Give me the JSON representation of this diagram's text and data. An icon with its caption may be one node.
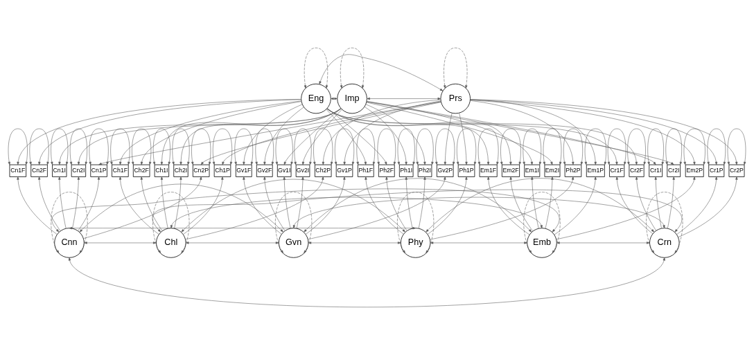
{
  "diagram": {
    "nodes": [
      {
        "text": [
          "Eng"
        ]
      },
      {
        "text": [
          "Imp"
        ]
      },
      {
        "text": [
          "Prs"
        ]
      },
      {
        "text": [
          "Cn1F"
        ]
      },
      {
        "text": [
          "Cn2F"
        ]
      },
      {
        "text": [
          "Ch1F"
        ]
      },
      {
        "text": [
          "Ch2F"
        ]
      },
      {
        "text": [
          "Gv1F"
        ]
      },
      {
        "text": [
          "Gv2F"
        ]
      },
      {
        "text": [
          "Ph1F"
        ]
      },
      {
        "text": [
          "Ph2F"
        ]
      },
      {
        "text": [
          "Em1F"
        ]
      },
      {
        "text": [
          "Em2F"
        ]
      },
      {
        "text": [
          "Cr1F"
        ]
      },
      {
        "text": [
          "Cr2F"
        ]
      },
      {
        "text": [
          "Cn1I"
        ]
      },
      {
        "text": [
          "Cn2I"
        ]
      },
      {
        "text": [
          "Ch1I"
        ]
      },
      {
        "text": [
          "Ch2I"
        ]
      },
      {
        "text": [
          "Gv1I"
        ]
      },
      {
        "text": [
          "Gv2I"
        ]
      },
      {
        "text": [
          "Ph1I"
        ]
      },
      {
        "text": [
          "Ph2I"
        ]
      },
      {
        "text": [
          "Em1I"
        ]
      },
      {
        "text": [
          "Em2I"
        ]
      },
      {
        "text": [
          "Cr1I"
        ]
      },
      {
        "text": [
          "Cr2I"
        ]
      },
      {
        "text": [
          "Cn1P"
        ]
      },
      {
        "text": [
          "Cn2P"
        ]
      },
      {
        "text": [
          "Ch1P"
        ]
      },
      {
        "text": [
          "Ch2P"
        ]
      },
      {
        "text": [
          "Gv1P"
        ]
      },
      {
        "text": [
          "Gv2P"
        ]
      },
      {
        "text": [
          "Ph1P"
        ]
      },
      {
        "text": [
          "Ph2P"
        ]
      },
      {
        "text": [
          "Em1P"
        ]
      },
      {
        "text": [
          "Em2P"
        ]
      },
      {
        "text": [
          "Cr1P"
        ]
      },
      {
        "text": [
          "Cr2P"
        ]
      },
      {
        "text": [
          "Cnn"
        ]
      },
      {
        "text": [
          "Chl"
        ]
      },
      {
        "text": [
          "Gvn"
        ]
      },
      {
        "text": [
          "Phy"
        ]
      },
      {
        "text": [
          "Emb"
        ]
      },
      {
        "text": [
          "Crn"
        ]
      }
    ],
    "edges": [
      {
        "from": 0,
        "to": 0,
        "arrow": "both",
        "style": "dashed"
      },
      {
        "from": 1,
        "to": 1,
        "arrow": "both",
        "style": "dashed"
      },
      {
        "from": 2,
        "to": 2,
        "arrow": "both",
        "style": "dashed"
      },
      {
        "from": 0,
        "to": 1,
        "arrow": "both"
      },
      {
        "from": 1,
        "to": 2,
        "arrow": "both"
      },
      {
        "from": 0,
        "to": 2,
        "arrow": "both"
      },
      {
        "from": 0,
        "to": 3,
        "arrow": "to"
      },
      {
        "from": 0,
        "to": 4,
        "arrow": "to"
      },
      {
        "from": 0,
        "to": 5,
        "arrow": "to"
      },
      {
        "from": 0,
        "to": 6,
        "arrow": "to"
      },
      {
        "from": 0,
        "to": 7,
        "arrow": "to"
      },
      {
        "from": 0,
        "to": 8,
        "arrow": "to"
      },
      {
        "from": 0,
        "to": 9,
        "arrow": "to"
      },
      {
        "from": 0,
        "to": 10,
        "arrow": "to"
      },
      {
        "from": 0,
        "to": 11,
        "arrow": "to"
      },
      {
        "from": 0,
        "to": 12,
        "arrow": "to"
      },
      {
        "from": 0,
        "to": 13,
        "arrow": "to"
      },
      {
        "from": 0,
        "to": 14,
        "arrow": "to"
      },
      {
        "from": 1,
        "to": 15,
        "arrow": "to"
      },
      {
        "from": 1,
        "to": 16,
        "arrow": "to"
      },
      {
        "from": 1,
        "to": 17,
        "arrow": "to"
      },
      {
        "from": 1,
        "to": 18,
        "arrow": "to"
      },
      {
        "from": 1,
        "to": 19,
        "arrow": "to"
      },
      {
        "from": 1,
        "to": 20,
        "arrow": "to"
      },
      {
        "from": 1,
        "to": 21,
        "arrow": "to"
      },
      {
        "from": 1,
        "to": 22,
        "arrow": "to"
      },
      {
        "from": 1,
        "to": 23,
        "arrow": "to"
      },
      {
        "from": 1,
        "to": 24,
        "arrow": "to"
      },
      {
        "from": 1,
        "to": 25,
        "arrow": "to"
      },
      {
        "from": 1,
        "to": 26,
        "arrow": "to"
      },
      {
        "from": 2,
        "to": 27,
        "arrow": "to"
      },
      {
        "from": 2,
        "to": 28,
        "arrow": "to"
      },
      {
        "from": 2,
        "to": 29,
        "arrow": "to"
      },
      {
        "from": 2,
        "to": 30,
        "arrow": "to"
      },
      {
        "from": 2,
        "to": 31,
        "arrow": "to"
      },
      {
        "from": 2,
        "to": 32,
        "arrow": "to"
      },
      {
        "from": 2,
        "to": 33,
        "arrow": "to"
      },
      {
        "from": 2,
        "to": 34,
        "arrow": "to"
      },
      {
        "from": 2,
        "to": 35,
        "arrow": "to"
      },
      {
        "from": 2,
        "to": 36,
        "arrow": "to"
      },
      {
        "from": 2,
        "to": 37,
        "arrow": "to"
      },
      {
        "from": 2,
        "to": 38,
        "arrow": "to"
      },
      {
        "from": 3,
        "to": 3,
        "arrow": "both"
      },
      {
        "from": 4,
        "to": 4,
        "arrow": "both"
      },
      {
        "from": 5,
        "to": 5,
        "arrow": "both"
      },
      {
        "from": 6,
        "to": 6,
        "arrow": "both"
      },
      {
        "from": 7,
        "to": 7,
        "arrow": "both"
      },
      {
        "from": 8,
        "to": 8,
        "arrow": "both"
      },
      {
        "from": 9,
        "to": 9,
        "arrow": "both"
      },
      {
        "from": 10,
        "to": 10,
        "arrow": "both"
      },
      {
        "from": 11,
        "to": 11,
        "arrow": "both"
      },
      {
        "from": 12,
        "to": 12,
        "arrow": "both"
      },
      {
        "from": 13,
        "to": 13,
        "arrow": "both"
      },
      {
        "from": 14,
        "to": 14,
        "arrow": "both"
      },
      {
        "from": 15,
        "to": 15,
        "arrow": "both"
      },
      {
        "from": 16,
        "to": 16,
        "arrow": "both"
      },
      {
        "from": 17,
        "to": 17,
        "arrow": "both"
      },
      {
        "from": 18,
        "to": 18,
        "arrow": "both"
      },
      {
        "from": 19,
        "to": 19,
        "arrow": "both"
      },
      {
        "from": 20,
        "to": 20,
        "arrow": "both"
      },
      {
        "from": 21,
        "to": 21,
        "arrow": "both"
      },
      {
        "from": 22,
        "to": 22,
        "arrow": "both"
      },
      {
        "from": 23,
        "to": 23,
        "arrow": "both"
      },
      {
        "from": 24,
        "to": 24,
        "arrow": "both"
      },
      {
        "from": 25,
        "to": 25,
        "arrow": "both"
      },
      {
        "from": 26,
        "to": 26,
        "arrow": "both"
      },
      {
        "from": 27,
        "to": 27,
        "arrow": "both"
      },
      {
        "from": 28,
        "to": 28,
        "arrow": "both"
      },
      {
        "from": 29,
        "to": 29,
        "arrow": "both"
      },
      {
        "from": 30,
        "to": 30,
        "arrow": "both"
      },
      {
        "from": 31,
        "to": 31,
        "arrow": "both"
      },
      {
        "from": 32,
        "to": 32,
        "arrow": "both"
      },
      {
        "from": 33,
        "to": 33,
        "arrow": "both"
      },
      {
        "from": 34,
        "to": 34,
        "arrow": "both"
      },
      {
        "from": 35,
        "to": 35,
        "arrow": "both"
      },
      {
        "from": 36,
        "to": 36,
        "arrow": "both"
      },
      {
        "from": 37,
        "to": 37,
        "arrow": "both"
      },
      {
        "from": 38,
        "to": 38,
        "arrow": "both"
      },
      {
        "from": 39,
        "to": 3,
        "arrow": "to"
      },
      {
        "from": 39,
        "to": 4,
        "arrow": "to"
      },
      {
        "from": 39,
        "to": 15,
        "arrow": "to"
      },
      {
        "from": 39,
        "to": 16,
        "arrow": "to"
      },
      {
        "from": 39,
        "to": 27,
        "arrow": "to"
      },
      {
        "from": 39,
        "to": 28,
        "arrow": "to"
      },
      {
        "from": 40,
        "to": 5,
        "arrow": "to"
      },
      {
        "from": 40,
        "to": 6,
        "arrow": "to"
      },
      {
        "from": 40,
        "to": 17,
        "arrow": "to"
      },
      {
        "from": 40,
        "to": 18,
        "arrow": "to"
      },
      {
        "from": 40,
        "to": 29,
        "arrow": "to"
      },
      {
        "from": 40,
        "to": 30,
        "arrow": "to"
      },
      {
        "from": 41,
        "to": 7,
        "arrow": "to"
      },
      {
        "from": 41,
        "to": 8,
        "arrow": "to"
      },
      {
        "from": 41,
        "to": 19,
        "arrow": "to"
      },
      {
        "from": 41,
        "to": 20,
        "arrow": "to"
      },
      {
        "from": 41,
        "to": 31,
        "arrow": "to"
      },
      {
        "from": 41,
        "to": 32,
        "arrow": "to"
      },
      {
        "from": 42,
        "to": 9,
        "arrow": "to"
      },
      {
        "from": 42,
        "to": 10,
        "arrow": "to"
      },
      {
        "from": 42,
        "to": 21,
        "arrow": "to"
      },
      {
        "from": 42,
        "to": 22,
        "arrow": "to"
      },
      {
        "from": 42,
        "to": 33,
        "arrow": "to"
      },
      {
        "from": 42,
        "to": 34,
        "arrow": "to"
      },
      {
        "from": 43,
        "to": 11,
        "arrow": "to"
      },
      {
        "from": 43,
        "to": 12,
        "arrow": "to"
      },
      {
        "from": 43,
        "to": 23,
        "arrow": "to"
      },
      {
        "from": 43,
        "to": 24,
        "arrow": "to"
      },
      {
        "from": 43,
        "to": 35,
        "arrow": "to"
      },
      {
        "from": 43,
        "to": 36,
        "arrow": "to"
      },
      {
        "from": 44,
        "to": 13,
        "arrow": "to"
      },
      {
        "from": 44,
        "to": 14,
        "arrow": "to"
      },
      {
        "from": 44,
        "to": 25,
        "arrow": "to"
      },
      {
        "from": 44,
        "to": 26,
        "arrow": "to"
      },
      {
        "from": 44,
        "to": 37,
        "arrow": "to"
      },
      {
        "from": 44,
        "to": 38,
        "arrow": "to"
      },
      {
        "from": 39,
        "to": 40,
        "arrow": "both"
      },
      {
        "from": 39,
        "to": 41,
        "arrow": "both"
      },
      {
        "from": 39,
        "to": 42,
        "arrow": "both"
      },
      {
        "from": 39,
        "to": 43,
        "arrow": "both"
      },
      {
        "from": 39,
        "to": 44,
        "arrow": "both"
      },
      {
        "from": 40,
        "to": 41,
        "arrow": "both"
      },
      {
        "from": 40,
        "to": 42,
        "arrow": "both"
      },
      {
        "from": 40,
        "to": 43,
        "arrow": "both"
      },
      {
        "from": 40,
        "to": 44,
        "arrow": "both"
      },
      {
        "from": 41,
        "to": 42,
        "arrow": "both"
      },
      {
        "from": 41,
        "to": 43,
        "arrow": "both"
      },
      {
        "from": 41,
        "to": 44,
        "arrow": "both"
      },
      {
        "from": 42,
        "to": 43,
        "arrow": "both"
      },
      {
        "from": 42,
        "to": 44,
        "arrow": "both"
      },
      {
        "from": 43,
        "to": 44,
        "arrow": "both"
      },
      {
        "from": 39,
        "to": 39,
        "arrow": "both",
        "style": "dashed"
      },
      {
        "from": 40,
        "to": 40,
        "arrow": "both",
        "style": "dashed"
      },
      {
        "from": 41,
        "to": 41,
        "arrow": "both",
        "style": "dashed"
      },
      {
        "from": 42,
        "to": 42,
        "arrow": "both",
        "style": "dashed"
      },
      {
        "from": 43,
        "to": 43,
        "arrow": "both",
        "style": "dashed"
      },
      {
        "from": 44,
        "to": 44,
        "arrow": "both",
        "style": "dashed"
      }
    ]
  }
}
